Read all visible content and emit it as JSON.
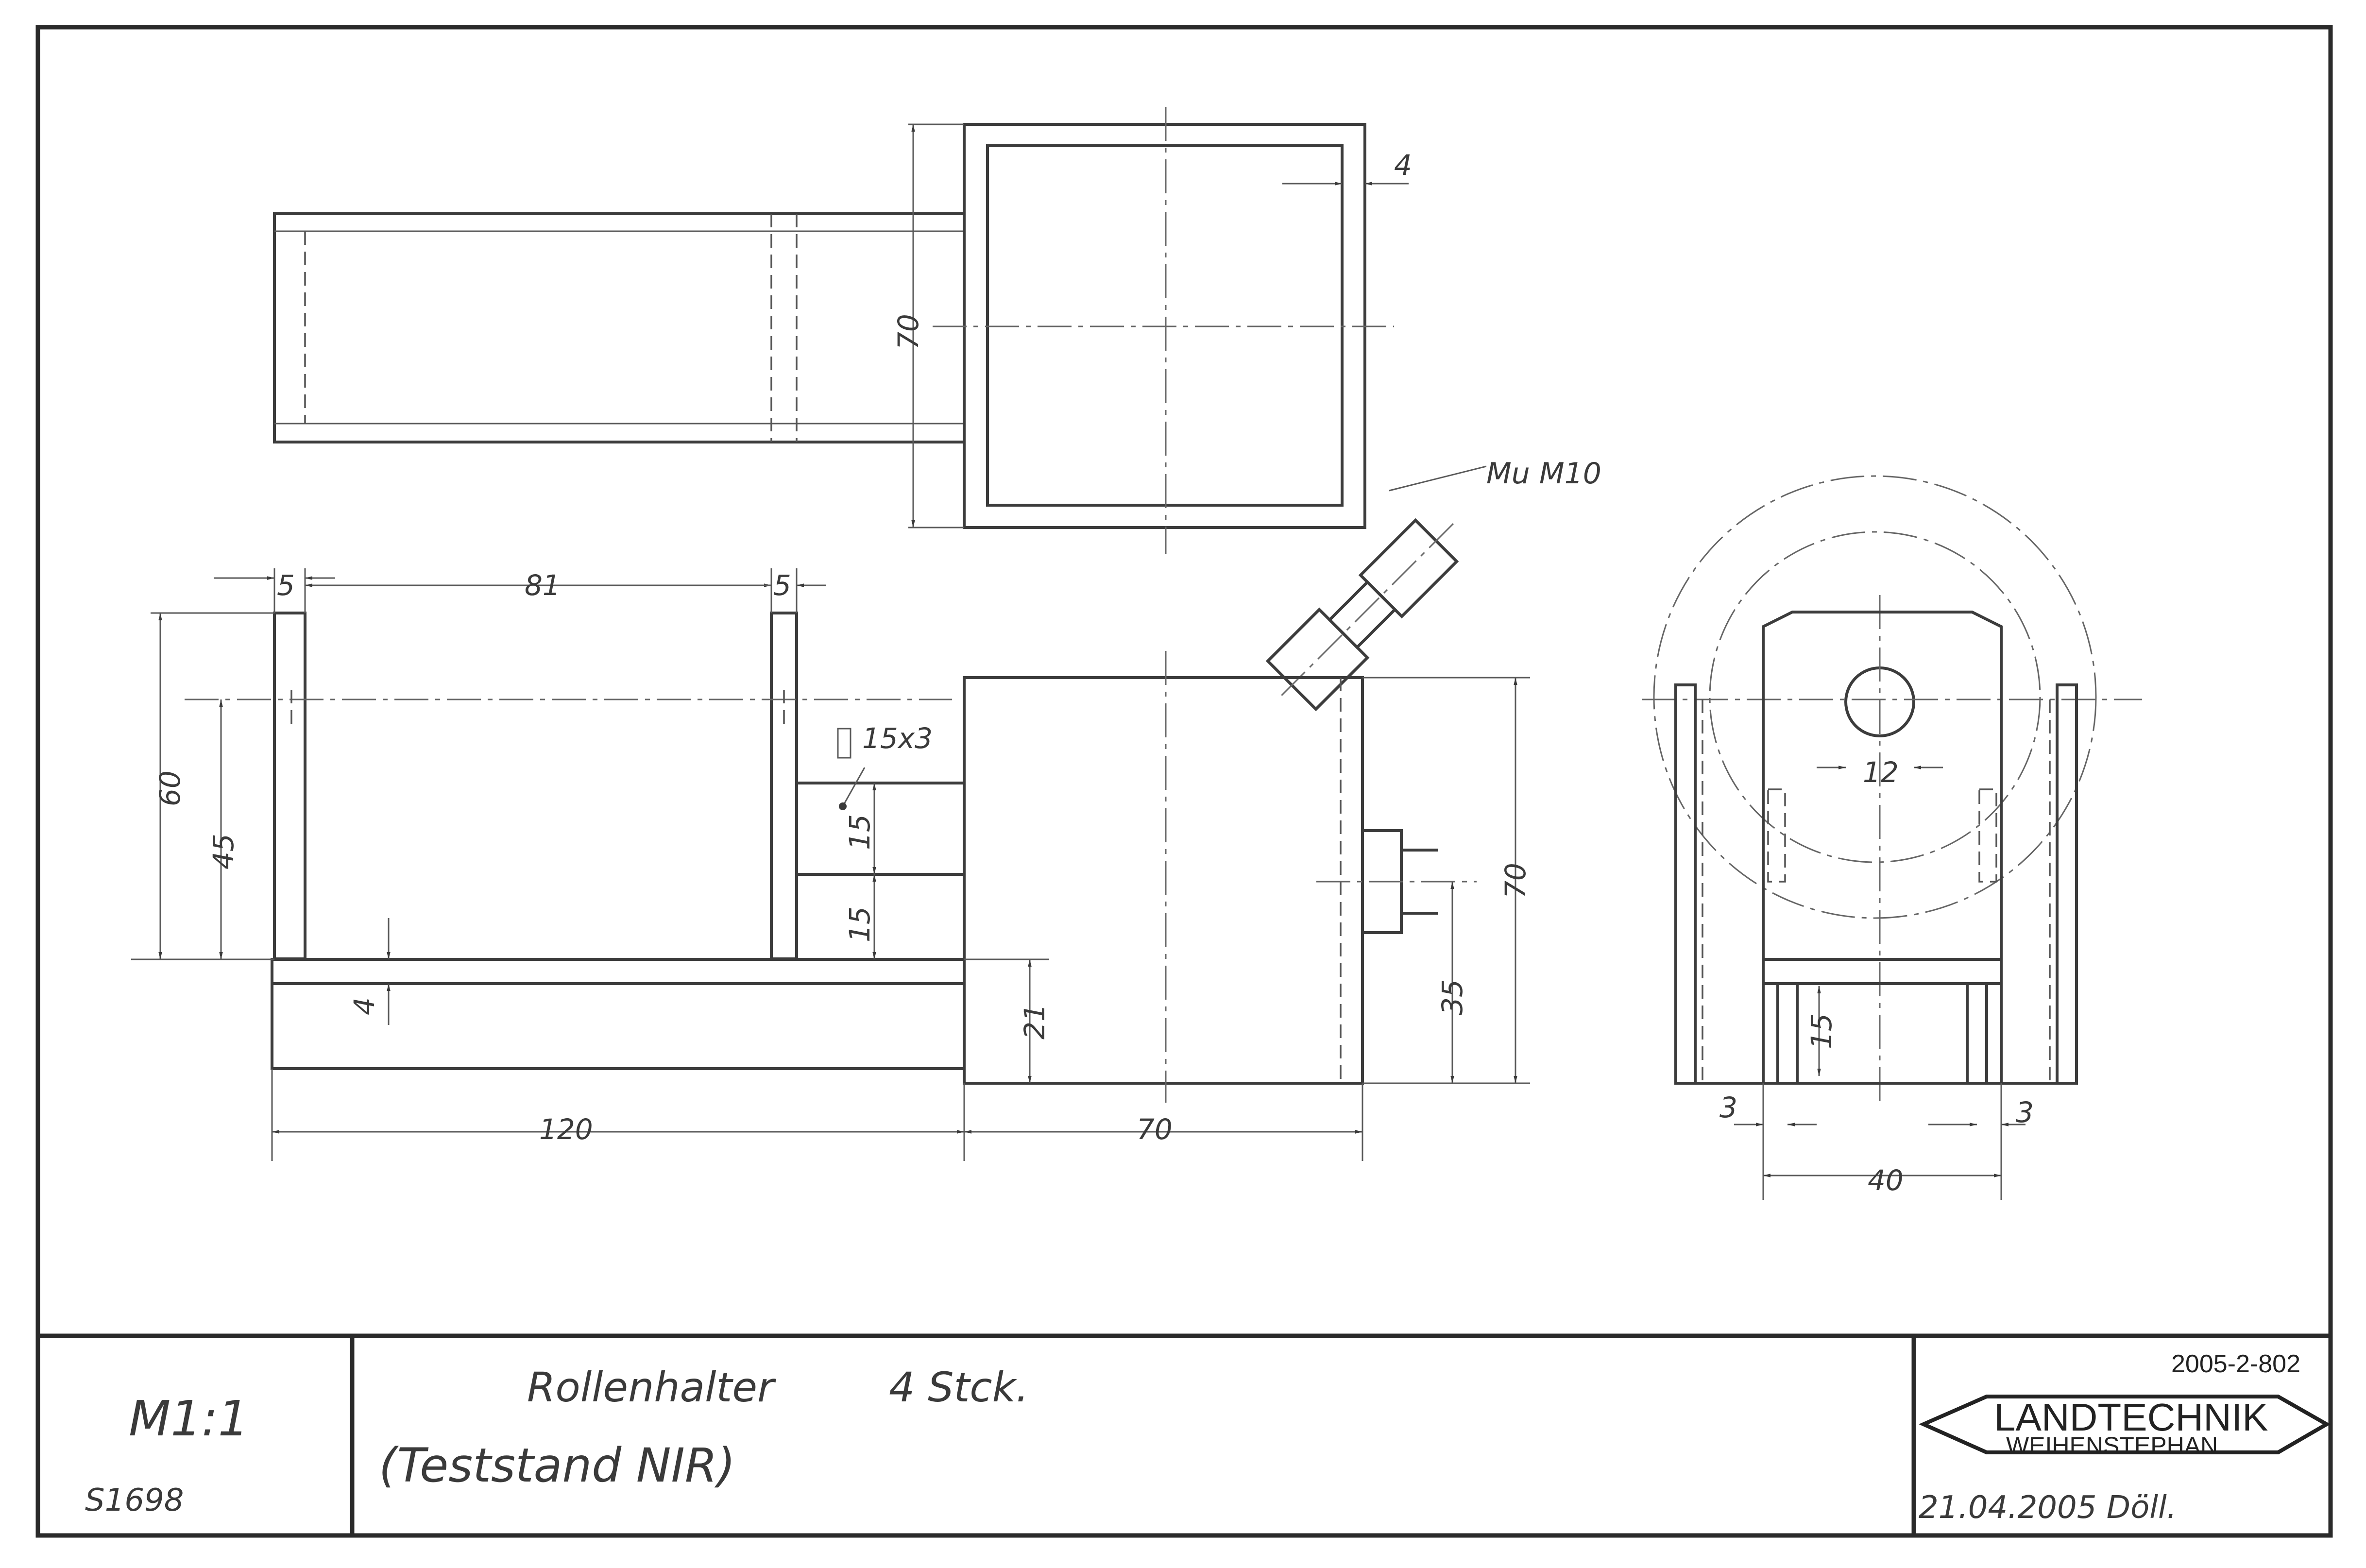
{
  "drawing": {
    "dimensions": {
      "top_wall": "4",
      "top_height": "70",
      "mu_label": "Mu M10",
      "slot_width_left": "5",
      "inner_span": "81",
      "slot_width_right": "5",
      "height_60": "60",
      "height_45": "45",
      "rect_label": "15x3",
      "slot_15_upper": "15",
      "slot_15_lower": "15",
      "plate_4": "4",
      "height_21": "21",
      "height_35": "35",
      "right_height_70": "70",
      "length_120": "120",
      "length_70": "70",
      "bore_12": "12",
      "side_15": "15",
      "wall_3_left": "3",
      "wall_3_right": "3",
      "width_40": "40"
    }
  },
  "title_block": {
    "scale": "M1:1",
    "number": "S1698",
    "part_name": "Rollenhalter",
    "quantity": "4 Stck.",
    "project": "(Teststand NIR)",
    "drawing_number": "2005-2-802",
    "logo_line1": "LANDTECHNIK",
    "logo_line2": "WEIHENSTEPHAN",
    "date_signature": "21.04.2005 Döll."
  }
}
